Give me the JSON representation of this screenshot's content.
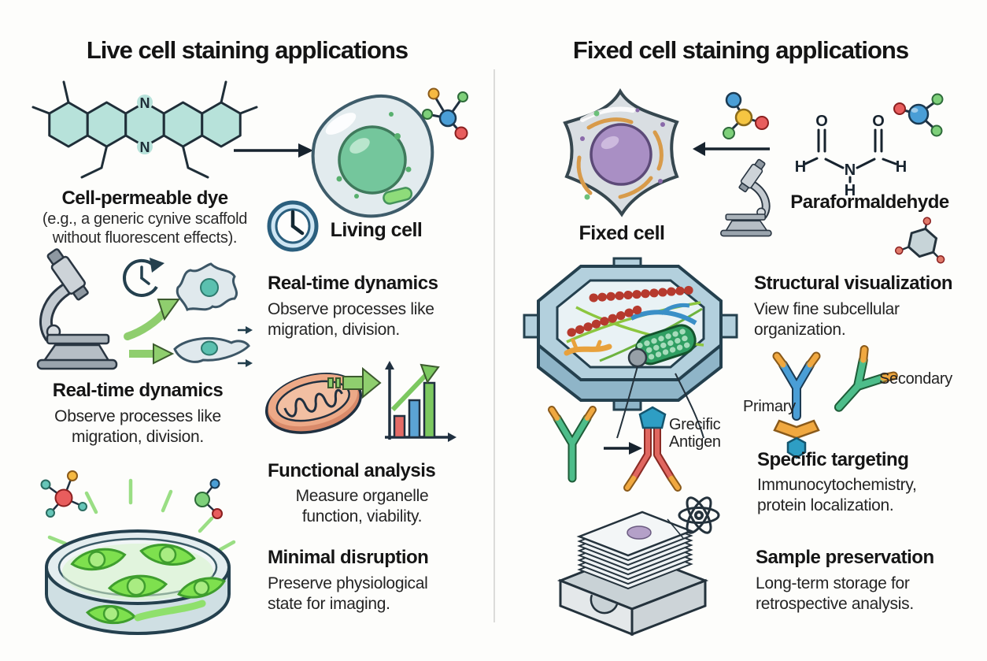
{
  "titles": {
    "left": "Live cell staining applications",
    "right": "Fixed cell staining applications"
  },
  "left_column": {
    "dye": {
      "heading": "Cell-permeable dye",
      "sub_line1": "(e.g., a generic cynive scaffold",
      "sub_line2": "without fluorescent effects)."
    },
    "living_cell_label": "Living cell",
    "realtime_top": {
      "heading": "Real-time dynamics",
      "line1": "Observe processes like",
      "line2": "migration, division."
    },
    "realtime_bottom": {
      "heading": "Real-time dynamics",
      "line1": "Observe processes like",
      "line2": "migration, division."
    },
    "functional": {
      "heading": "Functional analysis",
      "line1": "Measure organelle",
      "line2": "function, viability."
    },
    "minimal": {
      "heading": "Minimal disruption",
      "line1": "Preserve physiological",
      "line2": "state for imaging."
    }
  },
  "right_column": {
    "fixed_cell_label": "Fixed cell",
    "paraformaldehyde_label": "Paraformaldehyde",
    "structural": {
      "heading": "Structural visualization",
      "line1": "View fine subcellular",
      "line2": "organization."
    },
    "antibodies": {
      "primary_label": "Primary",
      "secondary_label": "Secondary",
      "antigen_line1": "Grecific",
      "antigen_line2": "Antigen"
    },
    "specific": {
      "heading": "Specific targeting",
      "line1": "Immunocytochemistry,",
      "line2": "protein localization."
    },
    "sample": {
      "heading": "Sample preservation",
      "line1": "Long-term storage for",
      "line2": "retrospective analysis."
    }
  },
  "atoms": {
    "n": "N",
    "o": "O",
    "h": "H"
  },
  "icons": [
    "dye-structure",
    "arrow-right-icon",
    "living-cell-illustration",
    "molecule-icon",
    "clock-icon",
    "microscope-icon",
    "history-clock-icon",
    "green-arrow-icon",
    "cell-illustration",
    "mitochondria-illustration",
    "bar-chart-icon",
    "petri-dish-illustration",
    "fixed-cell-illustration",
    "arrow-left-icon",
    "paraformaldehyde-structure",
    "gear-cell-illustration",
    "antibody-icon",
    "antigen-icon",
    "slide-box-illustration",
    "atom-icon"
  ],
  "colors": {
    "dye_ring_fill": "#b7e2da",
    "outline_dark": "#24404e",
    "nucleus_green": "#74c69c",
    "nucleus_purple": "#a98fc4",
    "arrow_green": "#8fce6e",
    "bar_red": "#e46b66",
    "bar_blue": "#5ba3d4",
    "bar_green": "#7cc860",
    "antibody_blue": "#4a9ed6",
    "antibody_green": "#4dbd8a",
    "antibody_red": "#e06760",
    "antibody_orange": "#f0a840",
    "antigen_blue": "#2e9ec4",
    "petri_cell_green": "#7ee04e"
  }
}
